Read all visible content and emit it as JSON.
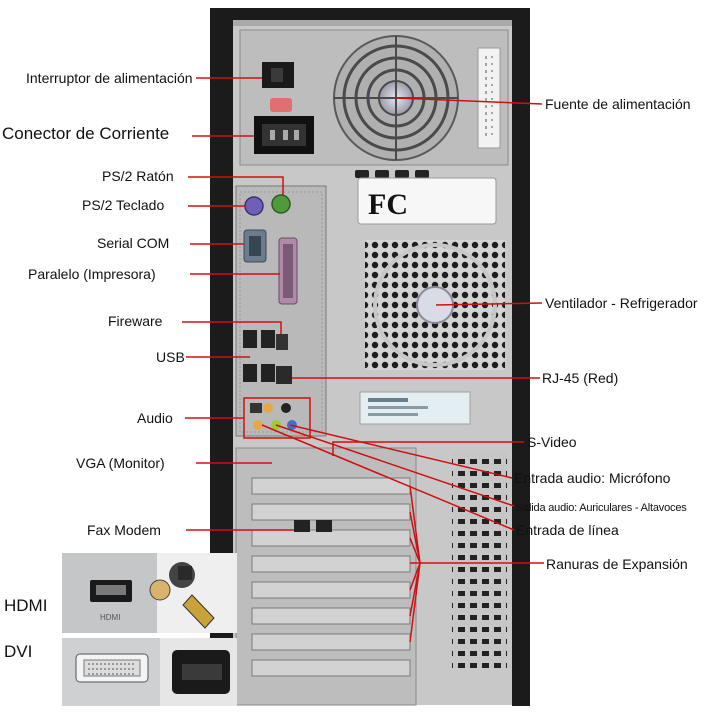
{
  "labels": {
    "power_switch": "Interruptor de alimentación",
    "power_connector": "Conector de Corriente",
    "ps2_mouse": "PS/2 Ratón",
    "ps2_keyboard": "PS/2 Teclado",
    "serial_com": "Serial COM",
    "parallel": "Paralelo (Impresora)",
    "firewire": "Fireware",
    "usb": "USB",
    "audio": "Audio",
    "vga": "VGA (Monitor)",
    "fax_modem": "Fax Modem",
    "hdmi": "HDMI",
    "dvi": "DVI",
    "power_supply": "Fuente de alimentación",
    "fan": "Ventilador - Refrigerador",
    "rj45": "RJ-45 (Red)",
    "svideo": "S-Video",
    "mic_in": "Entrada audio: Micrófono",
    "audio_out": "Salida audio: Auriculares - Altavoces",
    "line_in": "Entrada de línea",
    "expansion_slots": "Ranuras de Expansión"
  },
  "case_marks": {
    "fcc_logo": "FC",
    "hdmi_port_text": "HDMI"
  },
  "colors": {
    "callout_line": "#d01010",
    "case_frame": "#1b1b1b",
    "panel_metal": "#c8c8c8",
    "io_panel": "#b9b9b9",
    "ps2_mouse_port": "#4e9a3c",
    "ps2_keyboard_port": "#6f5fb8",
    "vga_port": "#3a5fb0",
    "audio_port_lime": "#9acd32",
    "audio_port_pink": "#e07aa8",
    "audio_port_blue": "#3b6fd0"
  }
}
